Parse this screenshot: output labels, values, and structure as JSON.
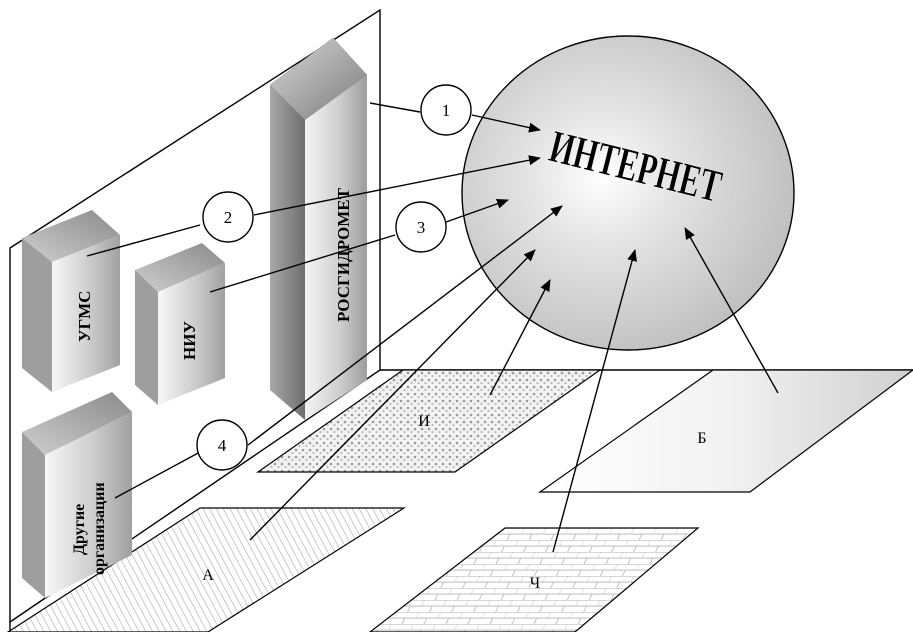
{
  "diagram": {
    "hub": {
      "label": "ИНТЕРНЕТ"
    },
    "organizations": {
      "rosgidromet": "РОСГИДРОМЕТ",
      "ugms": "УГМС",
      "niu": "НИУ",
      "other_line1": "Другие",
      "other_line2": "организации"
    },
    "connectors": [
      "1",
      "2",
      "3",
      "4"
    ],
    "user_areas": {
      "a": "А",
      "i": "И",
      "b": "Б",
      "ch": "Ч"
    }
  }
}
